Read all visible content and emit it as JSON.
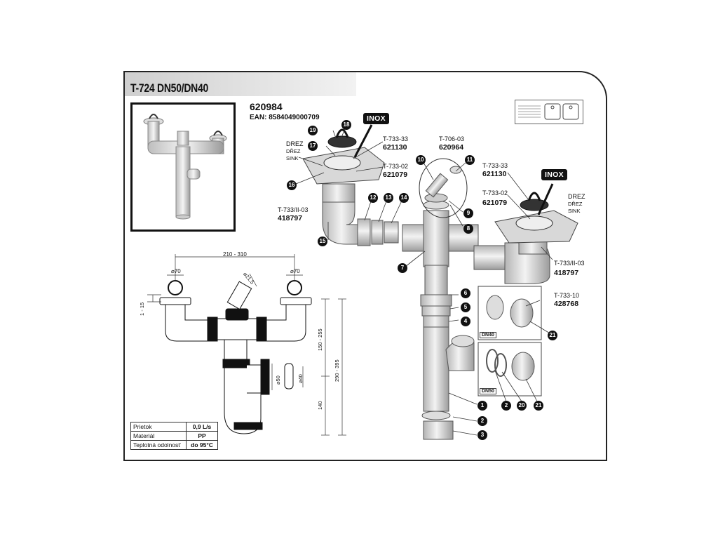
{
  "header": {
    "title": "T-724 DN50/DN40",
    "product_code": "620984",
    "ean": "EAN: 8584049000709"
  },
  "callouts": {
    "left_sink": {
      "t733_33": "T-733-33",
      "t733_33_code": "621130",
      "t733_02": "T-733-02",
      "t733_02_code": "621079",
      "t733_ii03": "T-733/II-03",
      "t733_ii03_code": "418797",
      "drez": [
        "DREZ",
        "DŘEZ",
        "SINK"
      ],
      "inox": "INOX"
    },
    "center": {
      "t706_03": "T-706-03",
      "t706_03_code": "620964"
    },
    "right_sink": {
      "t733_33": "T-733-33",
      "t733_33_code": "621130",
      "t733_02": "T-733-02",
      "t733_02_code": "621079",
      "t733_ii03": "T-733/II-03",
      "t733_ii03_code": "418797",
      "drez": [
        "DREZ",
        "DŘEZ",
        "SINK"
      ],
      "inox": "INOX"
    },
    "rings": {
      "t733_10": "T-733-10",
      "t733_10_code": "428768",
      "dn40": "DN40",
      "dn50": "DN50"
    }
  },
  "part_numbers": [
    "1",
    "2",
    "3",
    "4",
    "5",
    "6",
    "7",
    "8",
    "9",
    "10",
    "11",
    "12",
    "13",
    "14",
    "15",
    "16",
    "17",
    "18",
    "19",
    "20",
    "21"
  ],
  "dimensions": {
    "width_range": "210 - 310",
    "dia_left": "⌀70",
    "dia_right": "⌀70",
    "dia_inlet": "⌀21,5",
    "offset": "1 - 15",
    "dia_50": "⌀50",
    "dia_40": "⌀40",
    "h_upper": "150 - 255",
    "h_total": "290 - 395",
    "h_lower": "140"
  },
  "specs": [
    {
      "label": "Prietok",
      "value": "0,9 L/s"
    },
    {
      "label": "Materiál",
      "value": "PP"
    },
    {
      "label": "Teplotná odolnosť",
      "value": "do 95°C"
    }
  ]
}
